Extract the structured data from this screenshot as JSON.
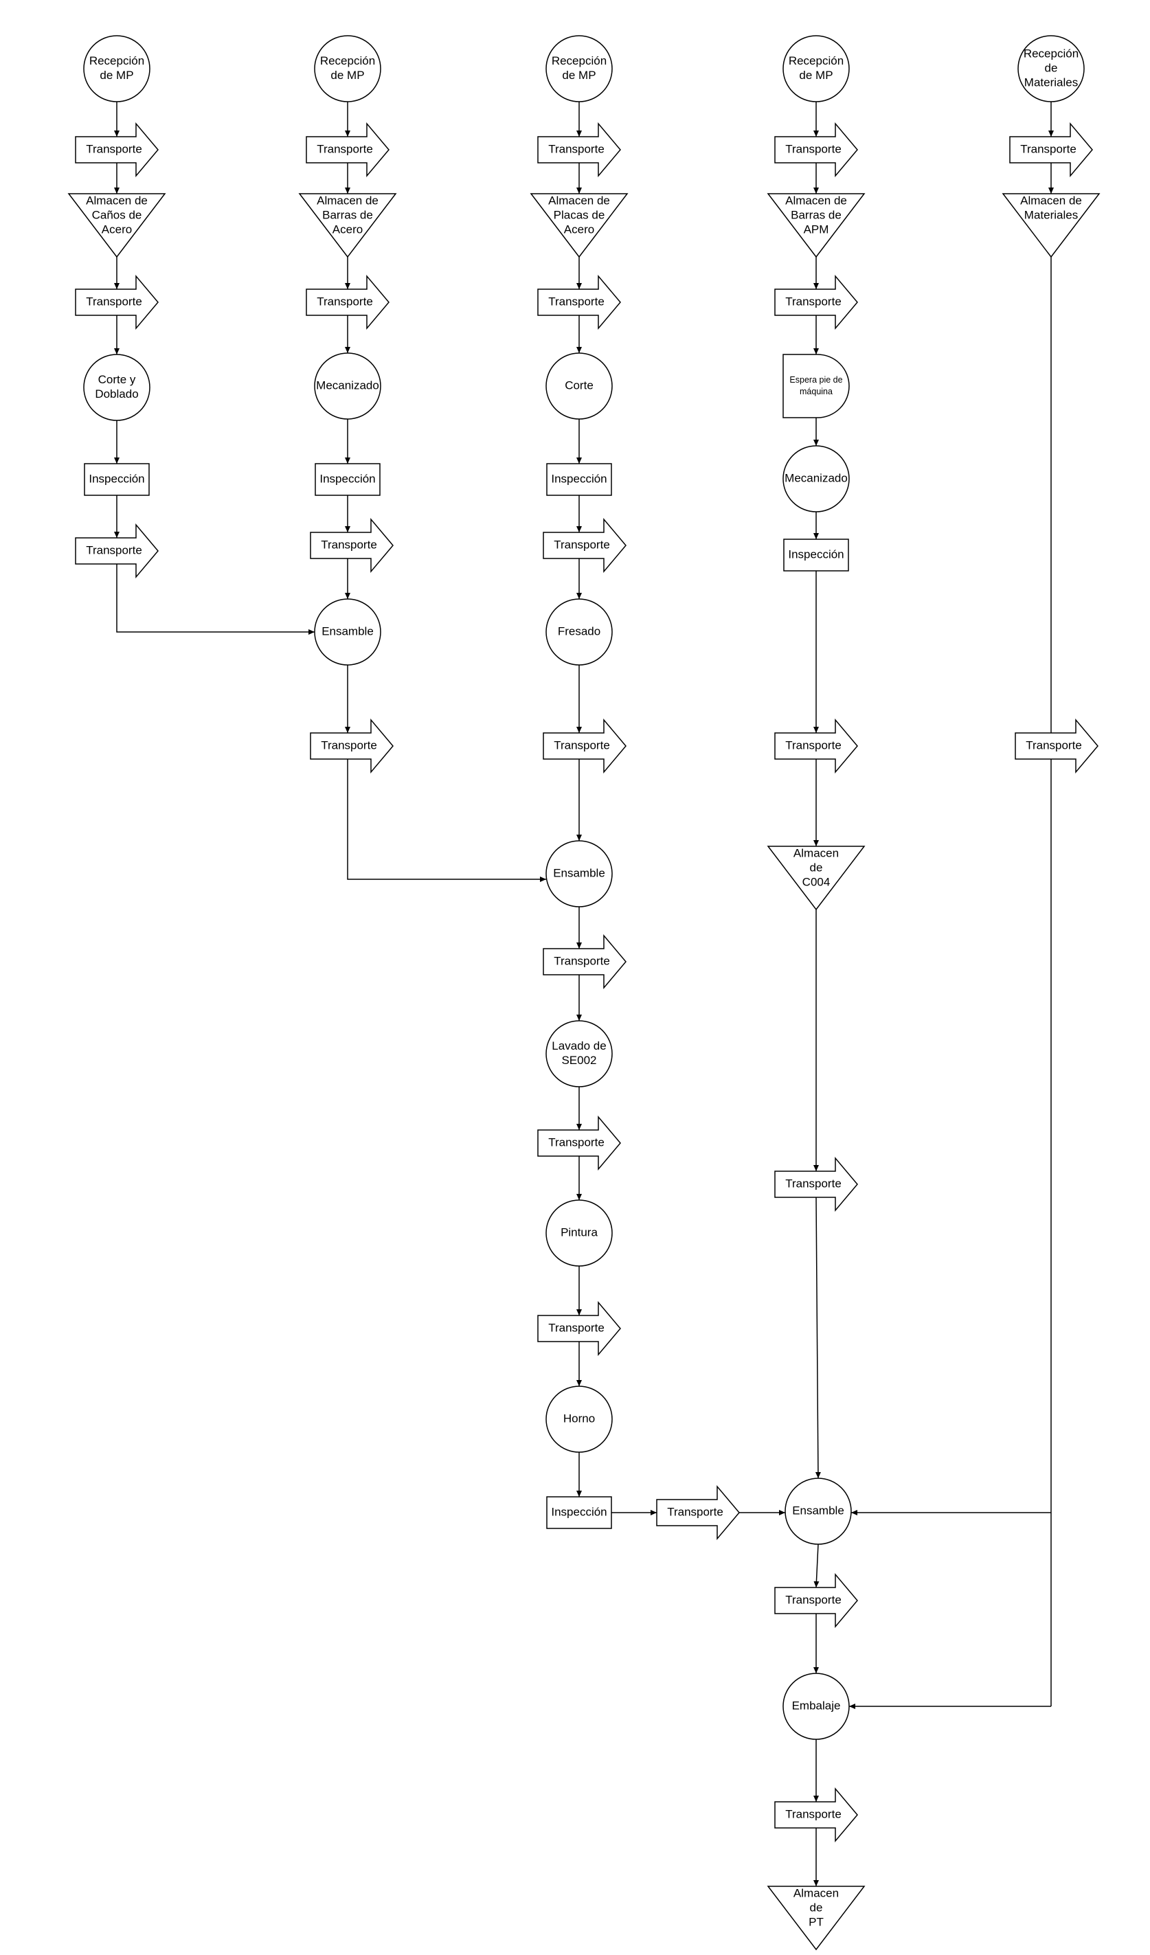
{
  "labels": {
    "recepcion_mp": [
      "Recepción",
      "de MP"
    ],
    "recepcion_materiales": [
      "Recepción",
      "de",
      "Materiales"
    ],
    "transporte": "Transporte",
    "inspeccion": "Inspección",
    "almacen_canos": [
      "Almacen de",
      "Caños de",
      "Acero"
    ],
    "almacen_barras_acero": [
      "Almacen de",
      "Barras de",
      "Acero"
    ],
    "almacen_placas": [
      "Almacen de",
      "Placas de",
      "Acero"
    ],
    "almacen_barras_apm": [
      "Almacen de",
      "Barras de",
      "APM"
    ],
    "almacen_materiales": [
      "Almacen de",
      "Materiales"
    ],
    "corte_doblado": [
      "Corte y",
      "Doblado"
    ],
    "mecanizado": "Mecanizado",
    "corte": "Corte",
    "espera": [
      "Espera pie de",
      "máquina"
    ],
    "ensamble": "Ensamble",
    "fresado": "Fresado",
    "almacen_c004": [
      "Almacen",
      "de",
      "C004"
    ],
    "lavado": [
      "Lavado de",
      "SE002"
    ],
    "pintura": "Pintura",
    "horno": "Horno",
    "embalaje": "Embalaje",
    "almacen_pt": [
      "Almacen",
      "de",
      "PT"
    ]
  },
  "colors": {
    "stroke": "#000000",
    "fill": "#ffffff"
  }
}
